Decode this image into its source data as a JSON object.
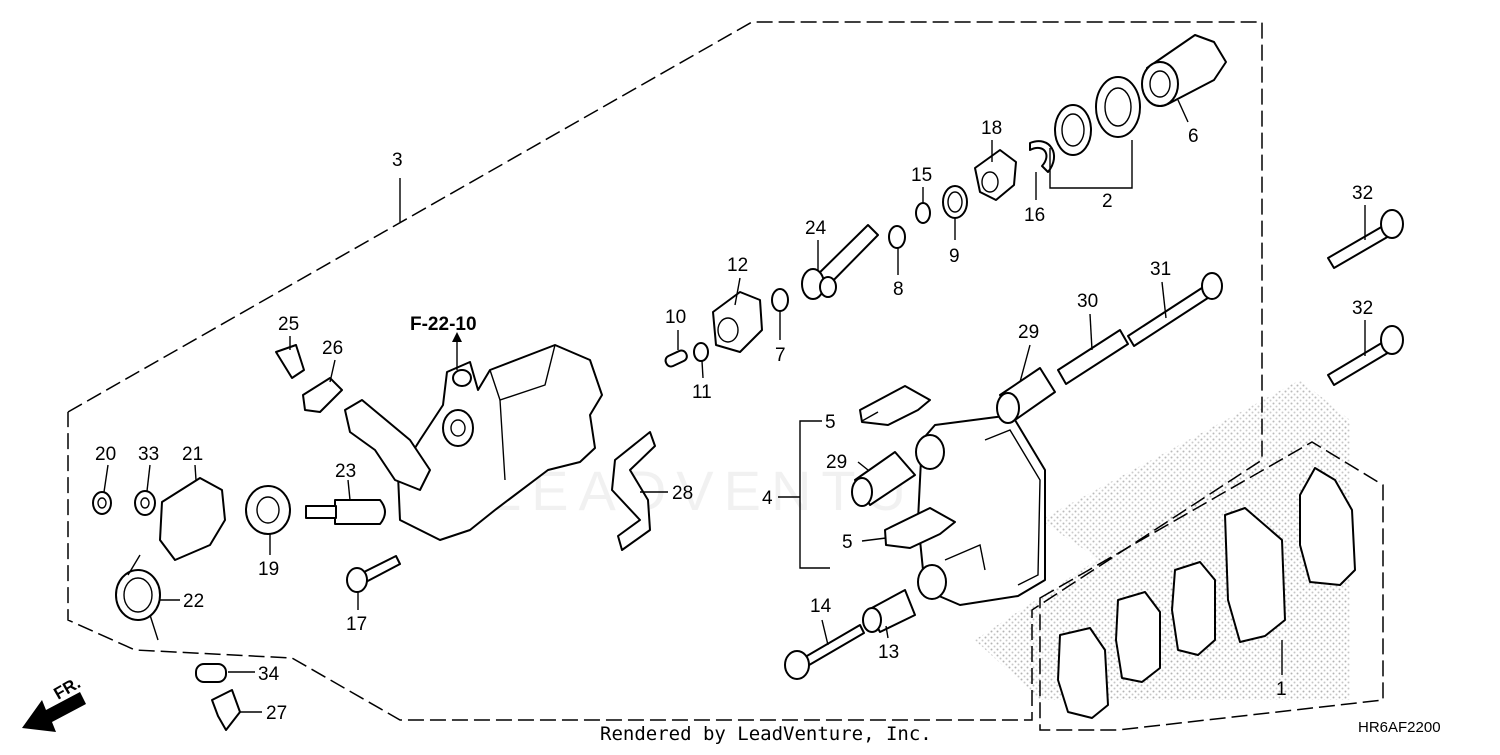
{
  "diagram": {
    "reference": "F-22-10",
    "code": "HR6AF2200",
    "footer": "Rendered by LeadVenture, Inc.",
    "watermark": "LEADVENTURE",
    "direction": "FR.",
    "callouts": {
      "c1": "1",
      "c2": "2",
      "c3": "3",
      "c4": "4",
      "c5a": "5",
      "c5b": "5",
      "c6": "6",
      "c7": "7",
      "c8": "8",
      "c9": "9",
      "c10": "10",
      "c11": "11",
      "c12": "12",
      "c13": "13",
      "c14": "14",
      "c15": "15",
      "c16": "16",
      "c17": "17",
      "c18": "18",
      "c19": "19",
      "c20": "20",
      "c21": "21",
      "c22": "22",
      "c23": "23",
      "c24": "24",
      "c25": "25",
      "c26": "26",
      "c27": "27",
      "c28": "28",
      "c29a": "29",
      "c29b": "29",
      "c30": "30",
      "c31": "31",
      "c32a": "32",
      "c32b": "32",
      "c33": "33",
      "c34": "34"
    }
  }
}
